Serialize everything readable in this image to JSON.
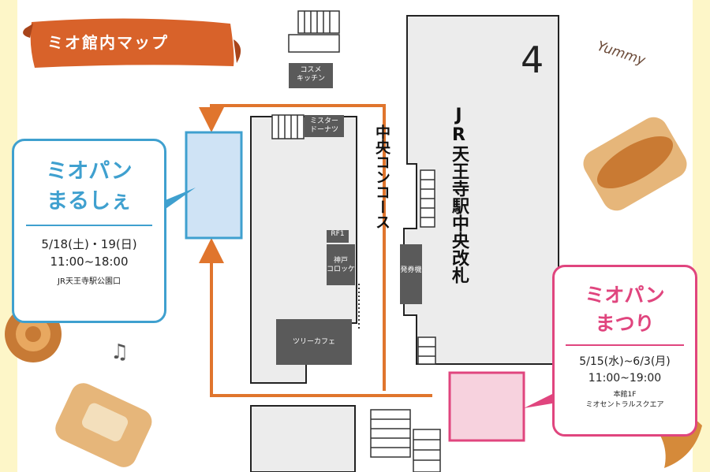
{
  "banner": {
    "title": "ミオ館内マップ"
  },
  "direction_glyph": "4",
  "decor": {
    "yummy": "Yummy",
    "note": "♫"
  },
  "stores": {
    "cosme_kitchen": "コスメ\nキッチン",
    "mister_donut": "ミスター\nドーナツ",
    "rf1": "RF1",
    "kobe_croquette": "神戸\nコロッケ",
    "tree_cafe": "ツリーカフェ",
    "ticket_machine": "発券機"
  },
  "concourse_label": "中央コンコース",
  "gate_label": "JR天王寺駅中央改札",
  "events": [
    {
      "title": "ミオパン\nまるしぇ",
      "date": "5/18(土)・19(日)",
      "time": "11:00~18:00",
      "place": "JR天王寺駅公園口"
    },
    {
      "title": "ミオパン\nまつり",
      "date": "5/15(水)~6/3(月)",
      "time": "11:00~19:00",
      "place": "本館1F\nミオセントラルスクエア"
    }
  ],
  "colors": {
    "blue": "#3fa0cf",
    "pink": "#e0457e",
    "orange": "#e0752d",
    "cream": "#fdf6c8"
  }
}
